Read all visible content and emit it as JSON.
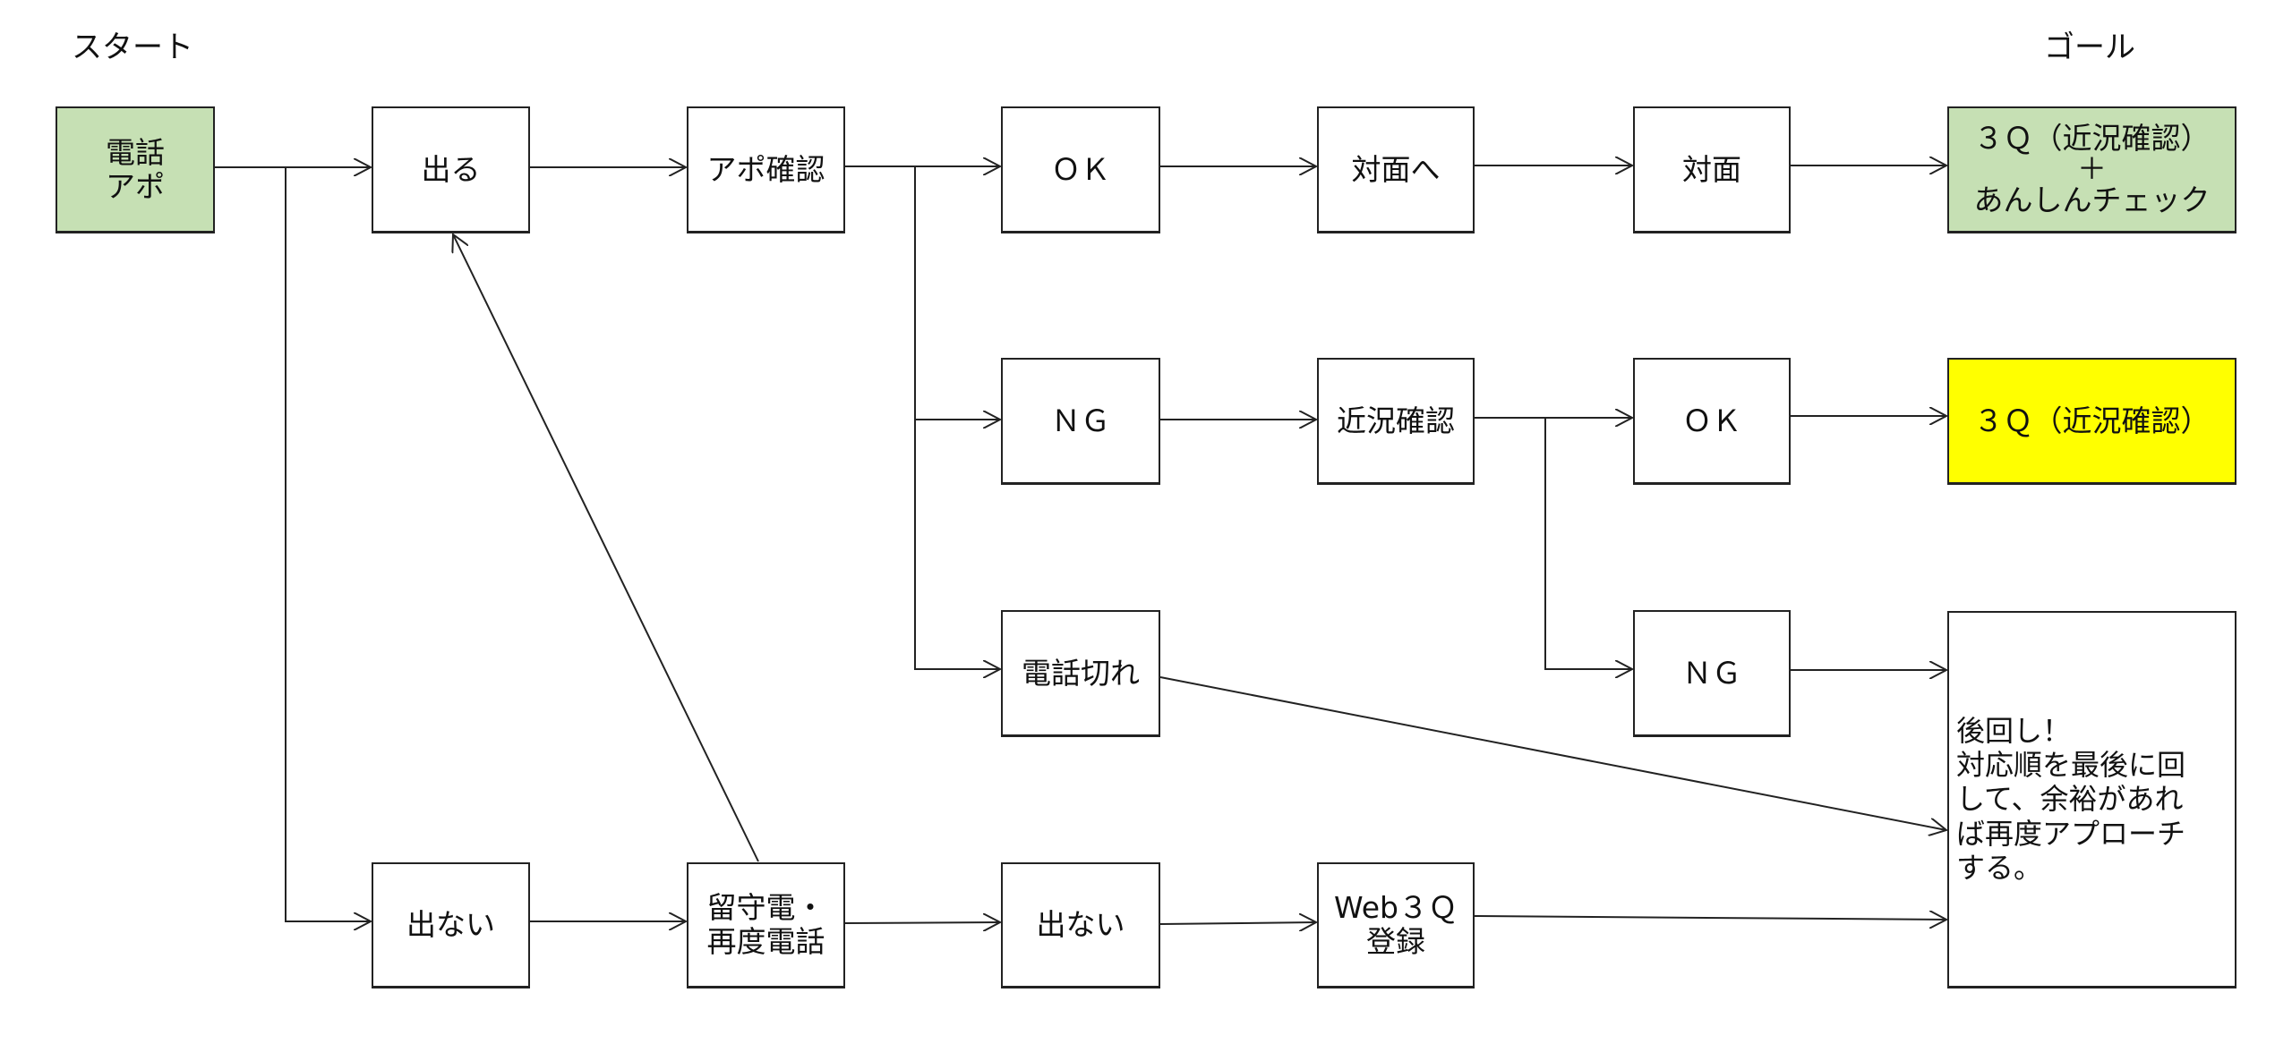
{
  "labels": {
    "start": "スタート",
    "goal": "ゴール"
  },
  "colors": {
    "start_fill": "#c6e0b4",
    "goal_green_fill": "#c6e0b4",
    "goal_yellow_fill": "#ffff00",
    "line": "#222222"
  },
  "nodes": {
    "call_appointment": "電話\nアポ",
    "answer": "出る",
    "confirm_appointment": "アポ確認",
    "ok_1": "ＯＫ",
    "to_face_to_face": "対面へ",
    "face_to_face": "対面",
    "goal_3q_anshin": "３Ｑ（近況確認）\n＋\nあんしんチェック",
    "ng_1": "ＮＧ",
    "status_check": "近況確認",
    "ok_2": "ＯＫ",
    "goal_3q": "３Ｑ（近況確認）",
    "hung_up": "電話切れ",
    "ng_2": "ＮＧ",
    "postpone": "後回し！\n対応順を最後に回\nして、余裕があれ\nば再度アプローチ\nする。",
    "no_answer_1": "出ない",
    "voicemail_recall": "留守電・\n再度電話",
    "no_answer_2": "出ない",
    "web_3q_register": "Web３Ｑ\n登録"
  },
  "edges": [
    [
      "call_appointment",
      "answer"
    ],
    [
      "call_appointment",
      "no_answer_1"
    ],
    [
      "answer",
      "confirm_appointment"
    ],
    [
      "confirm_appointment",
      "ok_1"
    ],
    [
      "confirm_appointment",
      "ng_1"
    ],
    [
      "confirm_appointment",
      "hung_up"
    ],
    [
      "ok_1",
      "to_face_to_face"
    ],
    [
      "to_face_to_face",
      "face_to_face"
    ],
    [
      "face_to_face",
      "goal_3q_anshin"
    ],
    [
      "ng_1",
      "status_check"
    ],
    [
      "status_check",
      "ok_2"
    ],
    [
      "status_check",
      "ng_2"
    ],
    [
      "ok_2",
      "goal_3q"
    ],
    [
      "ng_2",
      "postpone"
    ],
    [
      "hung_up",
      "postpone"
    ],
    [
      "no_answer_1",
      "voicemail_recall"
    ],
    [
      "voicemail_recall",
      "answer"
    ],
    [
      "voicemail_recall",
      "no_answer_2"
    ],
    [
      "no_answer_2",
      "web_3q_register"
    ],
    [
      "web_3q_register",
      "postpone"
    ]
  ]
}
